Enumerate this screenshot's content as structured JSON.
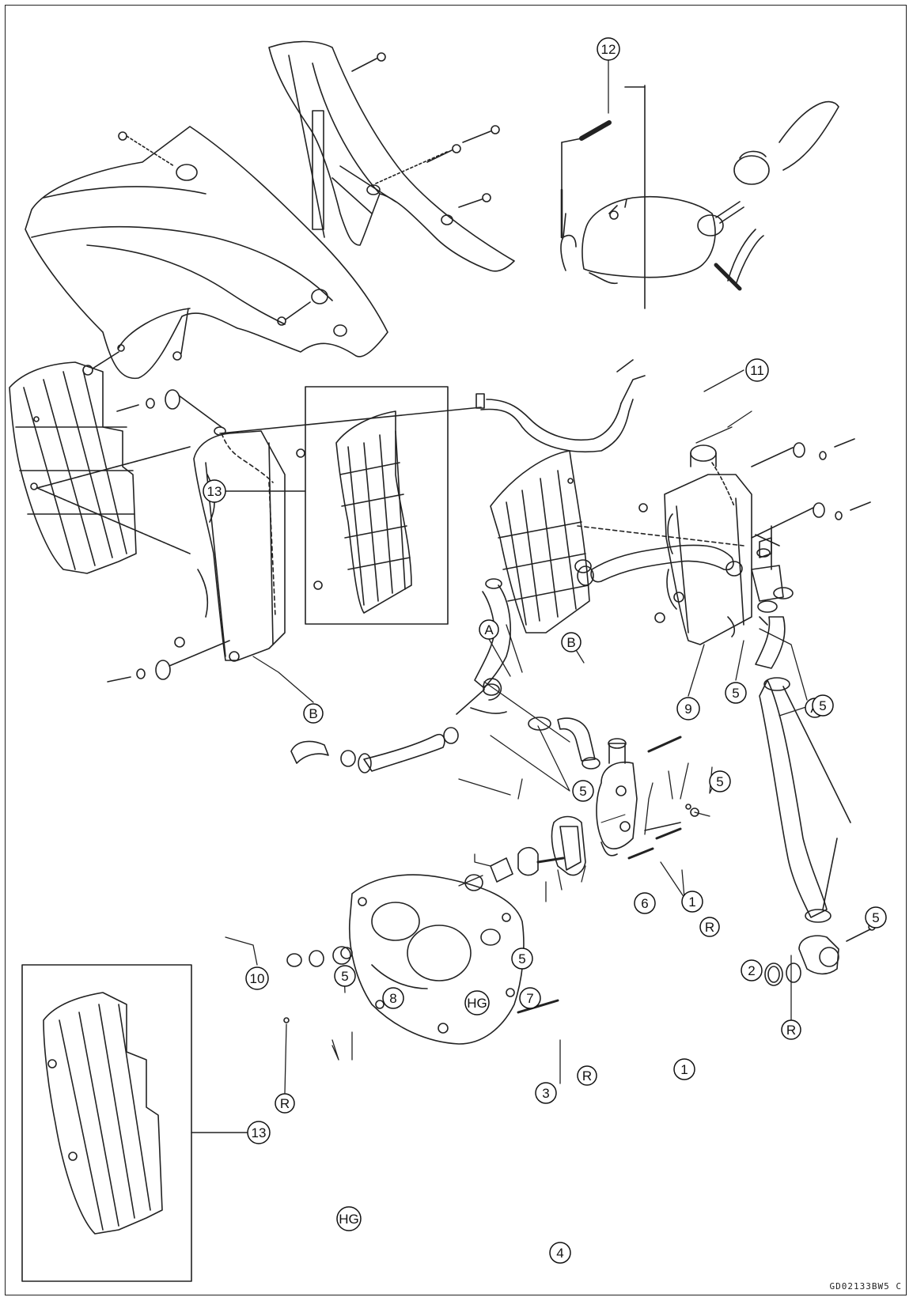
{
  "callouts": [
    {
      "id": "c12",
      "label": "12"
    },
    {
      "id": "c11",
      "label": "11"
    },
    {
      "id": "c13a",
      "label": "13"
    },
    {
      "id": "c9",
      "label": "9"
    },
    {
      "id": "cA1",
      "label": "A"
    },
    {
      "id": "c5a",
      "label": "5"
    },
    {
      "id": "c5b",
      "label": "5"
    },
    {
      "id": "cA2",
      "label": "A"
    },
    {
      "id": "cB1",
      "label": "B"
    },
    {
      "id": "cB2",
      "label": "B"
    },
    {
      "id": "c5c",
      "label": "5"
    },
    {
      "id": "c5d",
      "label": "5"
    },
    {
      "id": "c5e",
      "label": "5"
    },
    {
      "id": "c6",
      "label": "6"
    },
    {
      "id": "c1a",
      "label": "1"
    },
    {
      "id": "cR1",
      "label": "R"
    },
    {
      "id": "c2",
      "label": "2"
    },
    {
      "id": "c5f",
      "label": "5"
    },
    {
      "id": "c10",
      "label": "10"
    },
    {
      "id": "c5g",
      "label": "5"
    },
    {
      "id": "c8",
      "label": "8"
    },
    {
      "id": "cHG1",
      "label": "HG"
    },
    {
      "id": "c7",
      "label": "7"
    },
    {
      "id": "cR2",
      "label": "R"
    },
    {
      "id": "c3",
      "label": "3"
    },
    {
      "id": "c1b",
      "label": "1"
    },
    {
      "id": "c13b",
      "label": "13"
    },
    {
      "id": "cHG2",
      "label": "HG"
    },
    {
      "id": "cR3",
      "label": "R"
    },
    {
      "id": "c4",
      "label": "4"
    },
    {
      "id": "cR4",
      "label": "R"
    }
  ],
  "reference_code": "GD02133BW5 C"
}
